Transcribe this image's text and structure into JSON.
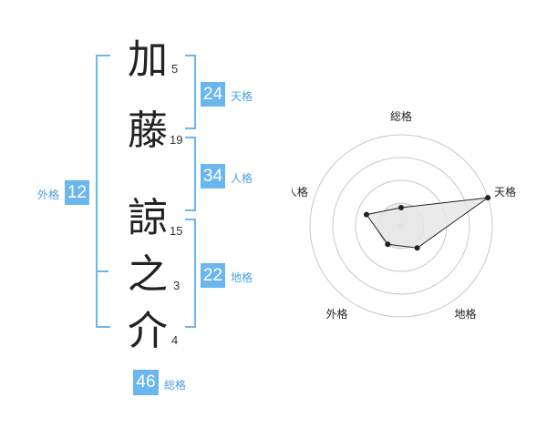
{
  "name": {
    "characters": [
      {
        "char": "加",
        "strokes": "5"
      },
      {
        "char": "藤",
        "strokes": "19"
      },
      {
        "char": "諒",
        "strokes": "15"
      },
      {
        "char": "之",
        "strokes": "3"
      },
      {
        "char": "介",
        "strokes": "4"
      }
    ]
  },
  "kakusu": {
    "tenkaku": {
      "label": "天格",
      "value": "24"
    },
    "jinkaku": {
      "label": "人格",
      "value": "34"
    },
    "chikaku": {
      "label": "地格",
      "value": "22"
    },
    "gaikaku": {
      "label": "外格",
      "value": "12"
    },
    "soukaku": {
      "label": "総格",
      "value": "46"
    }
  },
  "chart_data": {
    "type": "radar",
    "axes": [
      "総格",
      "天格",
      "地格",
      "外格",
      "人格"
    ],
    "rings": 4,
    "colors": {
      "fill": "#e6e6e6",
      "line": "#222222",
      "ring": "#c8c8c8",
      "center": "#cccccc"
    },
    "scores": [
      {
        "axis": "総格",
        "level": 0.2
      },
      {
        "axis": "天格",
        "level": 1.0
      },
      {
        "axis": "地格",
        "level": 0.3
      },
      {
        "axis": "外格",
        "level": 0.25
      },
      {
        "axis": "人格",
        "level": 0.4
      }
    ]
  },
  "colors": {
    "accent": "#6cb6ee",
    "accent_text": "#4aa0e0"
  }
}
